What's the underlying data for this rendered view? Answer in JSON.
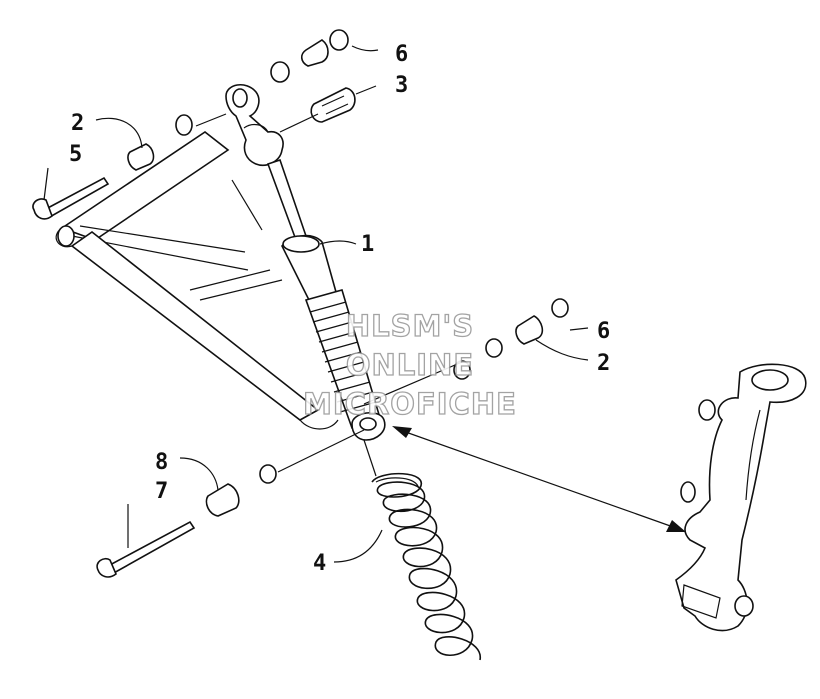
{
  "callouts": [
    {
      "label": "1"
    },
    {
      "label": "2"
    },
    {
      "label": "2"
    },
    {
      "label": "3"
    },
    {
      "label": "4"
    },
    {
      "label": "5"
    },
    {
      "label": "6"
    },
    {
      "label": "6"
    },
    {
      "label": "7"
    },
    {
      "label": "8"
    }
  ],
  "watermark": {
    "line1": "HLSM'S",
    "line2": "ONLINE",
    "line3": "MICROFICHE"
  }
}
